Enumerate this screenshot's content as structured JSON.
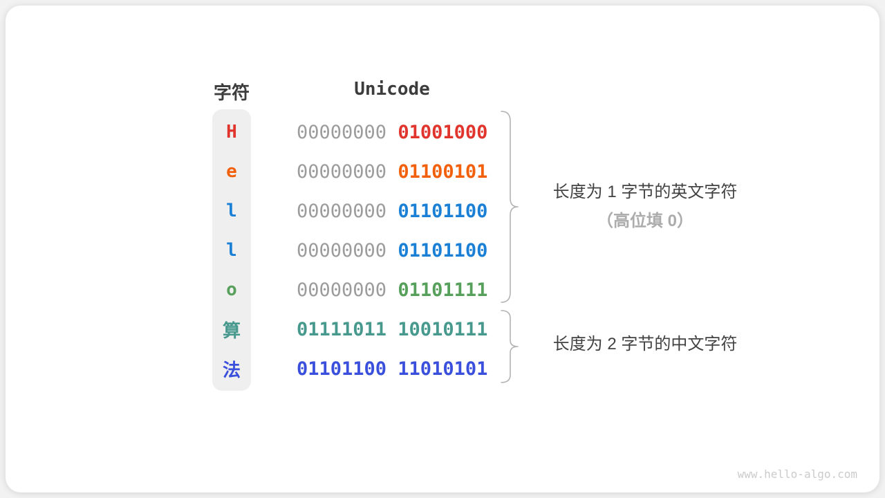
{
  "diagram": {
    "headers": {
      "char": "字符",
      "unicode": "Unicode"
    },
    "rows": [
      {
        "char": "H",
        "bits_high": "00000000 ",
        "bits_low": "01001000",
        "color": "#E0342C"
      },
      {
        "char": "e",
        "bits_high": "00000000 ",
        "bits_low": "01100101",
        "color": "#F2600C"
      },
      {
        "char": "l",
        "bits_high": "00000000 ",
        "bits_low": "01101100",
        "color": "#1A80D6"
      },
      {
        "char": "l",
        "bits_high": "00000000 ",
        "bits_low": "01101100",
        "color": "#1A80D6"
      },
      {
        "char": "o",
        "bits_high": "00000000 ",
        "bits_low": "01101111",
        "color": "#57A05B"
      },
      {
        "char": "算",
        "bits_high": "",
        "bits_low": "01111011 10010111",
        "color": "#47998E"
      },
      {
        "char": "法",
        "bits_high": "",
        "bits_low": "01101100 11010101",
        "color": "#3A50DC"
      }
    ],
    "annotations": {
      "group1_line1": "长度为 1 字节的英文字符",
      "group1_line2": "（高位填 0）",
      "group2_line1": "长度为 2 字节的中文字符"
    },
    "watermark": "www.hello-algo.com",
    "colors": {
      "zeros": "#9C9C9C",
      "text_dark": "#3C3C3C",
      "muted": "#ACACAC",
      "brace": "#B3B3B3",
      "watermark": "#CBCBCB",
      "column_bg": "#EFEFEF"
    }
  }
}
